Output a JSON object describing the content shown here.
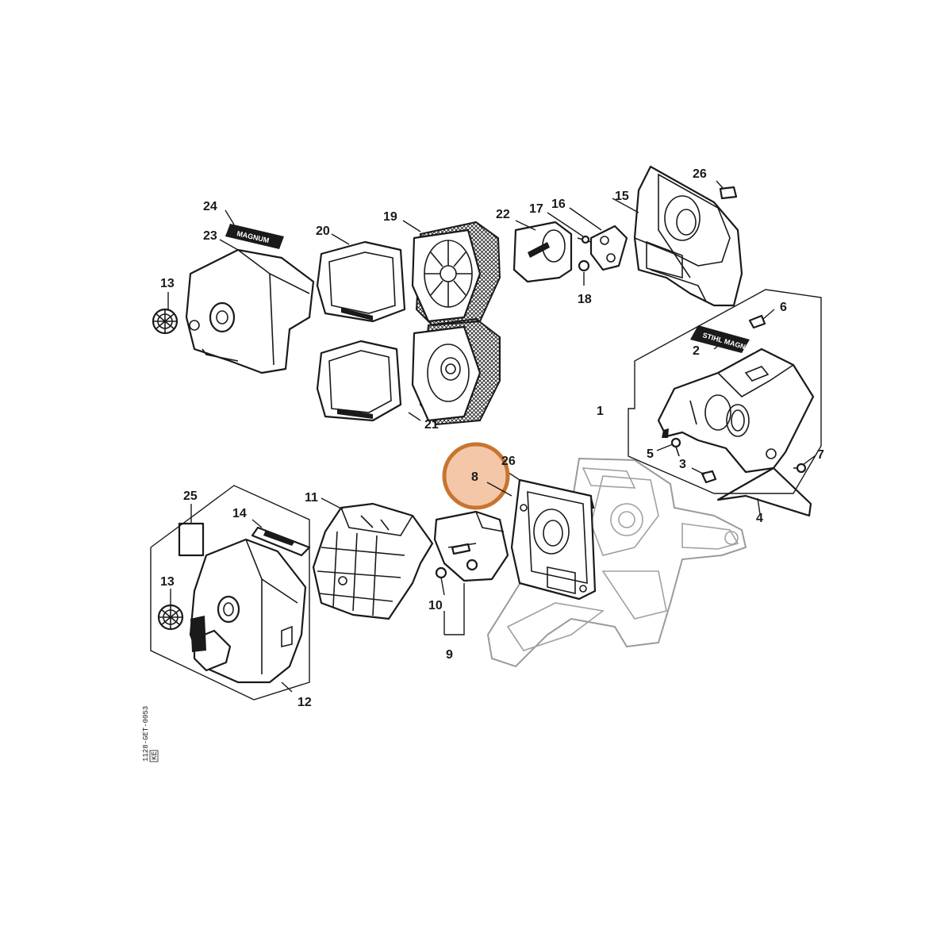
{
  "diagram": {
    "callouts": {
      "p1": "1",
      "p2": "2",
      "p3": "3",
      "p4": "4",
      "p5": "5",
      "p6": "6",
      "p7": "7",
      "p8": "8",
      "p9": "9",
      "p10": "10",
      "p11": "11",
      "p12": "12",
      "p13a": "13",
      "p13b": "13",
      "p14": "14",
      "p15": "15",
      "p16": "16",
      "p17": "17",
      "p18": "18",
      "p19": "19",
      "p20": "20",
      "p21": "21",
      "p22": "22",
      "p23": "23",
      "p24": "24",
      "p25": "25",
      "p26a": "26",
      "p26b": "26"
    },
    "highlighted_part": "8",
    "highlight_color": "#f4c7a8",
    "highlight_border_color": "#c8742f",
    "decal_magnum": "MAGNUM",
    "decal_stihl": "STIHL MAGNUM",
    "drawing_ref": "1128-GET-0053",
    "drawing_ref_box": "KE"
  }
}
